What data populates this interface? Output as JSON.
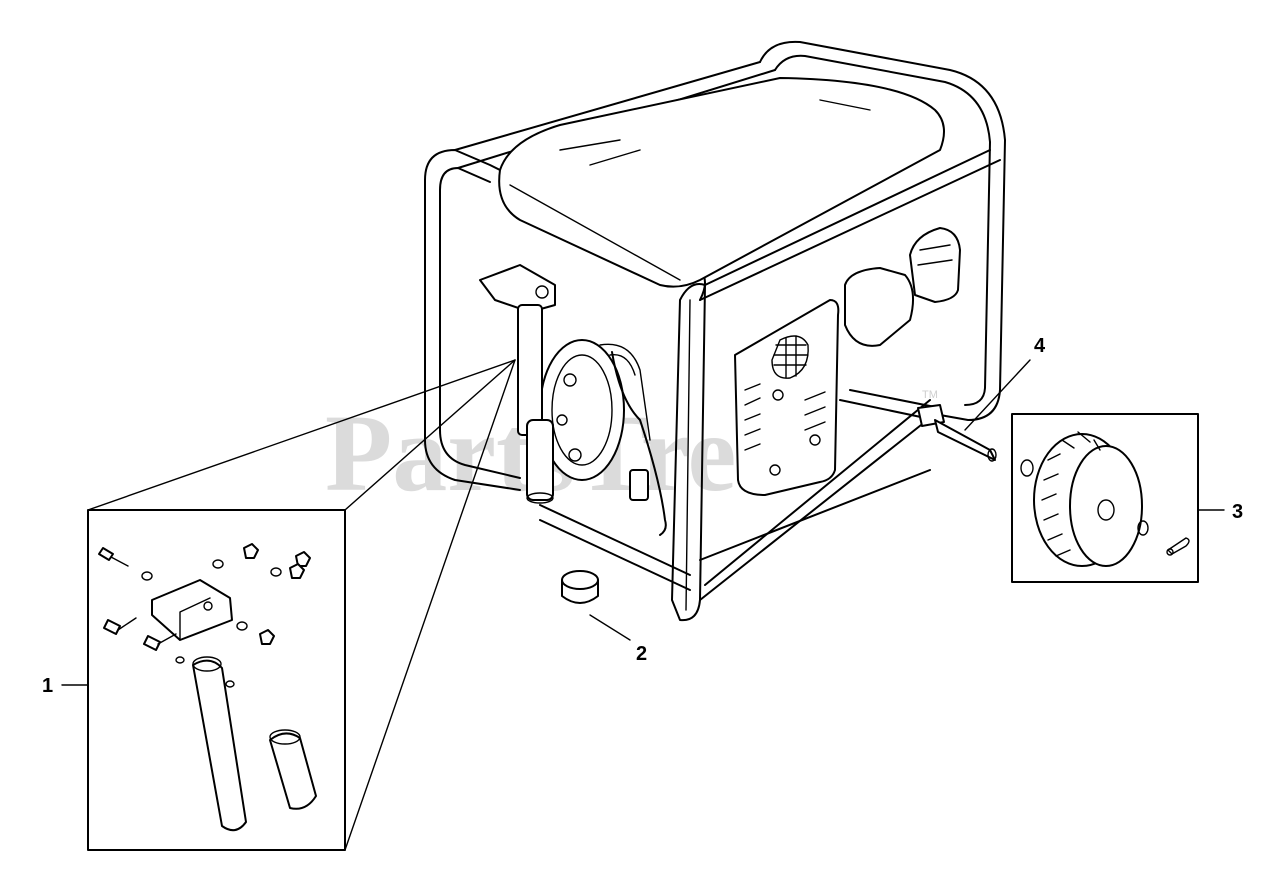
{
  "watermark": {
    "text": "PartsTree",
    "trademark": "TM"
  },
  "callouts": {
    "c1": "1",
    "c2": "2",
    "c3": "3",
    "c4": "4"
  }
}
